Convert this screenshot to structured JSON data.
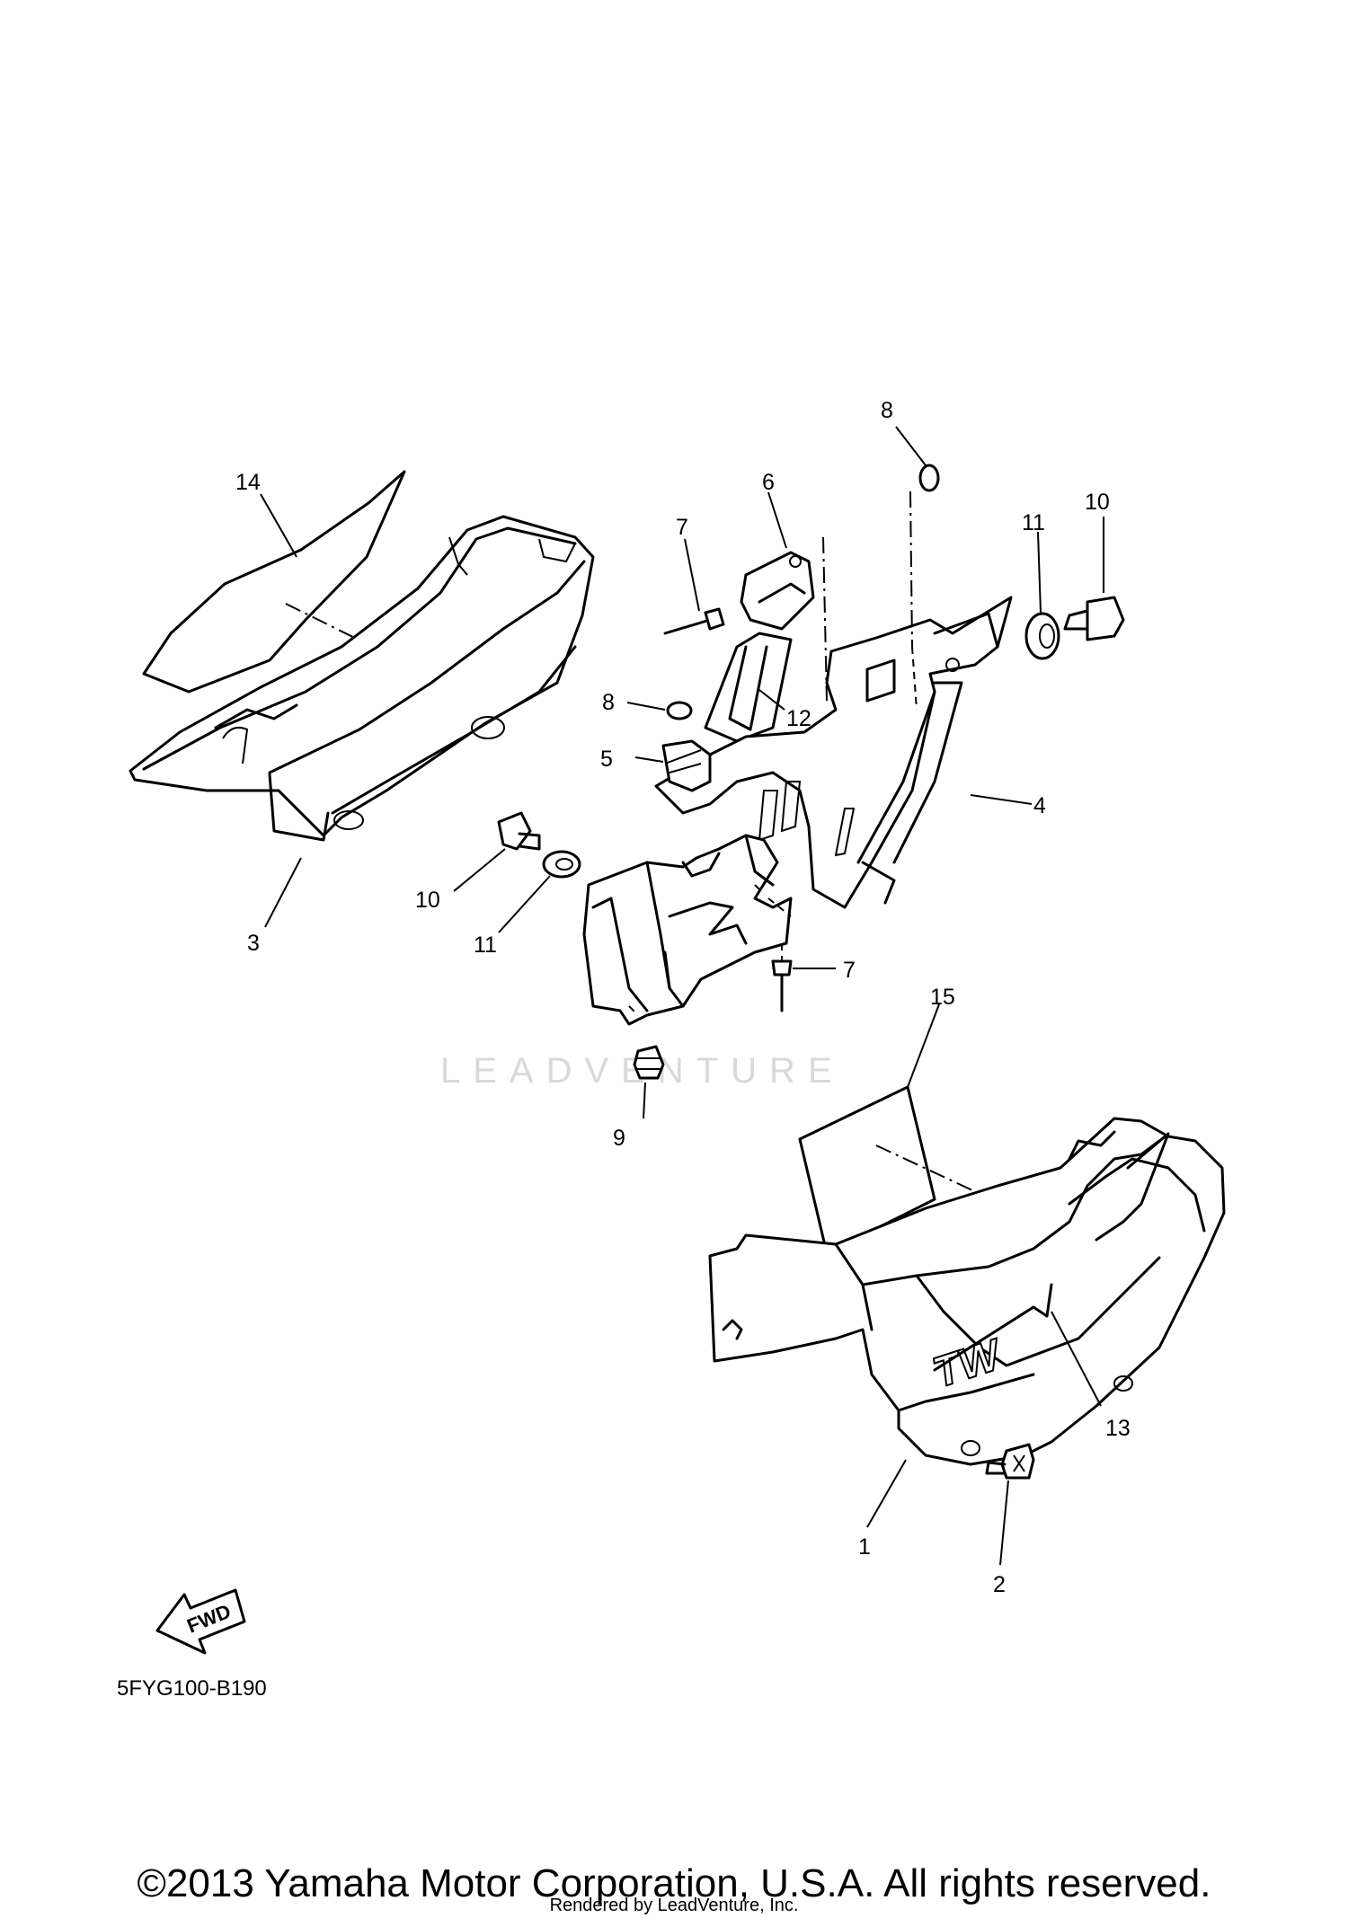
{
  "diagram": {
    "callouts": [
      {
        "id": "c1",
        "label": "1"
      },
      {
        "id": "c2",
        "label": "2"
      },
      {
        "id": "c3",
        "label": "3"
      },
      {
        "id": "c4",
        "label": "4"
      },
      {
        "id": "c5",
        "label": "5"
      },
      {
        "id": "c6",
        "label": "6"
      },
      {
        "id": "c7a",
        "label": "7"
      },
      {
        "id": "c7b",
        "label": "7"
      },
      {
        "id": "c8a",
        "label": "8"
      },
      {
        "id": "c8b",
        "label": "8"
      },
      {
        "id": "c9",
        "label": "9"
      },
      {
        "id": "c10a",
        "label": "10"
      },
      {
        "id": "c10b",
        "label": "10"
      },
      {
        "id": "c11a",
        "label": "11"
      },
      {
        "id": "c11b",
        "label": "11"
      },
      {
        "id": "c12",
        "label": "12"
      },
      {
        "id": "c13",
        "label": "13"
      },
      {
        "id": "c14",
        "label": "14"
      },
      {
        "id": "c15",
        "label": "15"
      }
    ],
    "fwd_label": "FWD",
    "cover_logo": "TW",
    "watermark": "LEADVENTURE",
    "diagram_code": "5FYG100-B190"
  },
  "footer": {
    "copyright": "©2013 Yamaha Motor Corporation, U.S.A. All rights reserved.",
    "rendered_by": "Rendered by LeadVenture, Inc."
  }
}
